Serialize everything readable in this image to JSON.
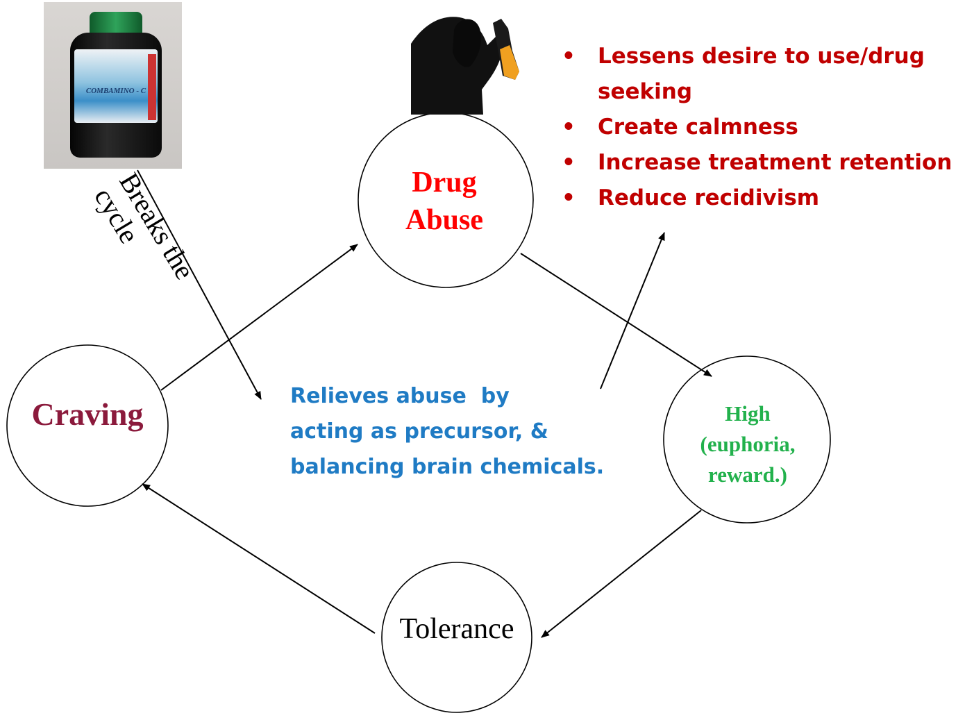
{
  "nodes": {
    "drug_abuse": {
      "line1": "Drug",
      "line2": "Abuse",
      "color": "#ff0000"
    },
    "high": {
      "line1": "High",
      "line2": "(euphoria,",
      "line3": "reward.)",
      "color": "#22b14c"
    },
    "tolerance": {
      "label": "Tolerance",
      "color": "#000000"
    },
    "craving": {
      "label": "Craving",
      "color": "#8b1a3c"
    }
  },
  "breaks_the_cycle": {
    "line1": "Breaks the",
    "line2": "cycle"
  },
  "relief_text": {
    "line1": "Relieves abuse  by",
    "line2": "acting as precursor, &",
    "line3": "balancing brain chemicals.",
    "color": "#1f7bc4"
  },
  "benefits": {
    "color": "#c00000",
    "items": [
      "Lessens desire to use/drug seeking",
      "Create calmness",
      "Increase treatment retention",
      "Reduce recidivism"
    ]
  },
  "bottle_label_text": "COMBAMINO - C",
  "images": {
    "pill_bottle": "pill-bottle-photo",
    "person_drinking": "person-drinking-silhouette"
  }
}
